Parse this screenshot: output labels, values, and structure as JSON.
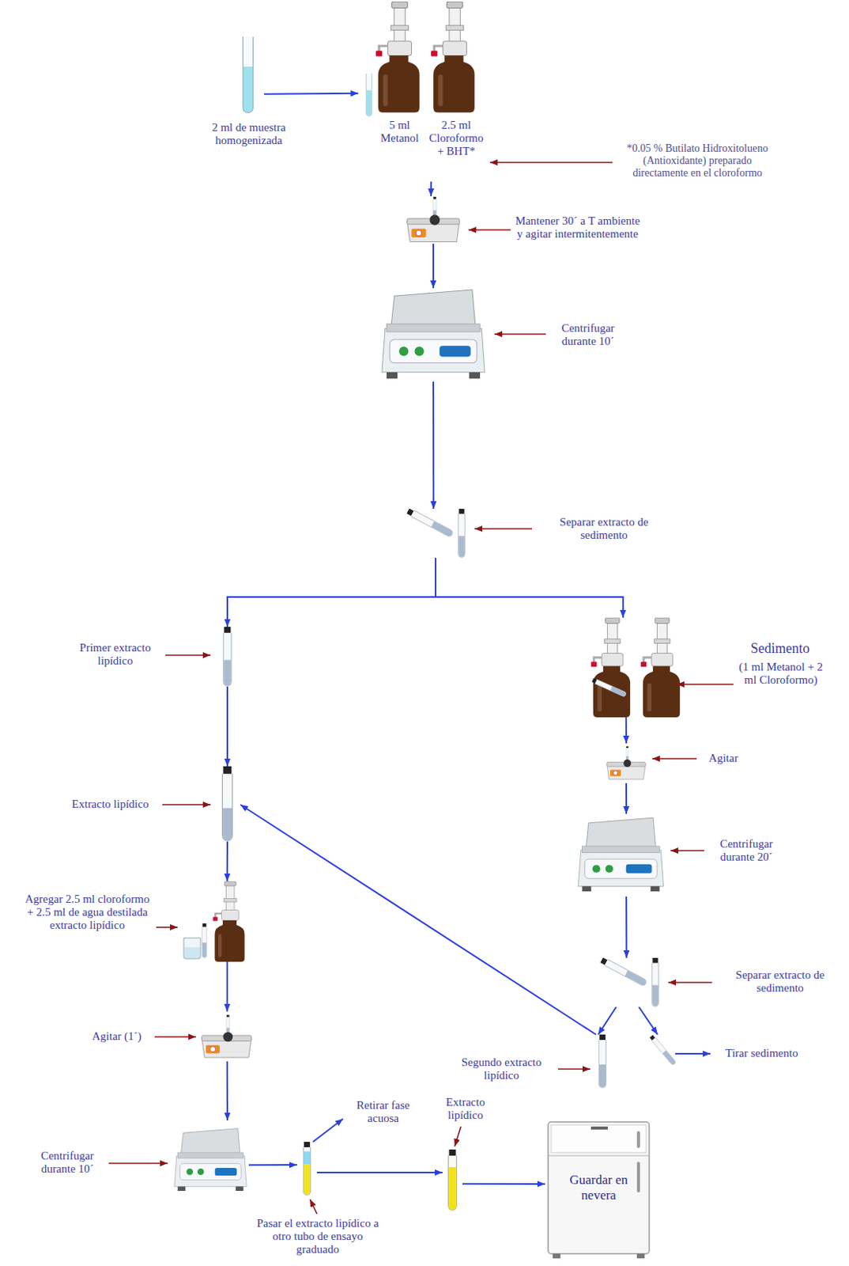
{
  "diagram": {
    "nodes": [
      {
        "text": [
          "2 ml de muestra homogenizada"
        ]
      },
      {
        "text": [
          "5 ml Metanol",
          "2.5 ml Cloroformo + BHT*"
        ]
      },
      {
        "text": [
          "Mantener 30´ a T ambiente y agitar intermitentemente"
        ]
      },
      {
        "text": [
          "Centrifugar durante 10´"
        ]
      },
      {
        "text": [
          "Separar extracto de sedimento"
        ]
      },
      {
        "text": [
          "Primer extracto lipídico"
        ]
      },
      {
        "text": [
          "Sedimento",
          "(1 ml Metanol + 2 ml Cloroformo)"
        ]
      },
      {
        "text": [
          "Extracto lipídico"
        ]
      },
      {
        "text": [
          "Agitar"
        ]
      },
      {
        "text": [
          "Centrifugar durante 20´"
        ]
      },
      {
        "text": [
          "Agregar 2.5 ml cloroformo + 2.5 ml de agua destilada extracto lipídico"
        ]
      },
      {
        "text": [
          "Separar extracto de sedimento"
        ]
      },
      {
        "text": [
          "Agitar (1´)"
        ]
      },
      {
        "text": [
          "Segundo extracto lipídico"
        ]
      },
      {
        "text": [
          "Tirar sedimento"
        ]
      },
      {
        "text": [
          "Centrifugar durante 10´"
        ]
      },
      {
        "text": [
          "Pasar el extracto lipídico a otro tubo de ensayo graduado"
        ]
      },
      {
        "text": [
          "Retirar fase acuosa"
        ]
      },
      {
        "text": [
          "Extracto lipídico"
        ]
      },
      {
        "text": [
          "Guardar en nevera"
        ]
      }
    ],
    "edges": [
      {
        "from": 0,
        "to": 1,
        "arrow": "to"
      },
      {
        "from": 1,
        "to": 2,
        "arrow": "to"
      },
      {
        "from": 2,
        "to": 3,
        "arrow": "to"
      },
      {
        "from": 3,
        "to": 4,
        "arrow": "to"
      },
      {
        "from": 4,
        "to": 5,
        "arrow": "to"
      },
      {
        "from": 4,
        "to": 6,
        "arrow": "to"
      },
      {
        "from": 5,
        "to": 7,
        "arrow": "to"
      },
      {
        "from": 7,
        "to": 10,
        "arrow": "to"
      },
      {
        "from": 10,
        "to": 12,
        "arrow": "to"
      },
      {
        "from": 12,
        "to": 15,
        "arrow": "to"
      },
      {
        "from": 15,
        "to": 16,
        "arrow": "to"
      },
      {
        "from": 16,
        "to": 17,
        "arrow": "to"
      },
      {
        "from": 16,
        "to": 18,
        "arrow": "to"
      },
      {
        "from": 18,
        "to": 19,
        "arrow": "to"
      },
      {
        "from": 6,
        "to": 8,
        "arrow": "to"
      },
      {
        "from": 8,
        "to": 9,
        "arrow": "to"
      },
      {
        "from": 9,
        "to": 11,
        "arrow": "to"
      },
      {
        "from": 11,
        "to": 13,
        "arrow": "to"
      },
      {
        "from": 11,
        "to": 14,
        "arrow": "to"
      },
      {
        "from": 13,
        "to": 7,
        "arrow": "to"
      }
    ],
    "labels": [
      "*0.05 % Butilato Hidroxitolueno (Antioxidante) preparado directamente en el cloroformo"
    ]
  }
}
